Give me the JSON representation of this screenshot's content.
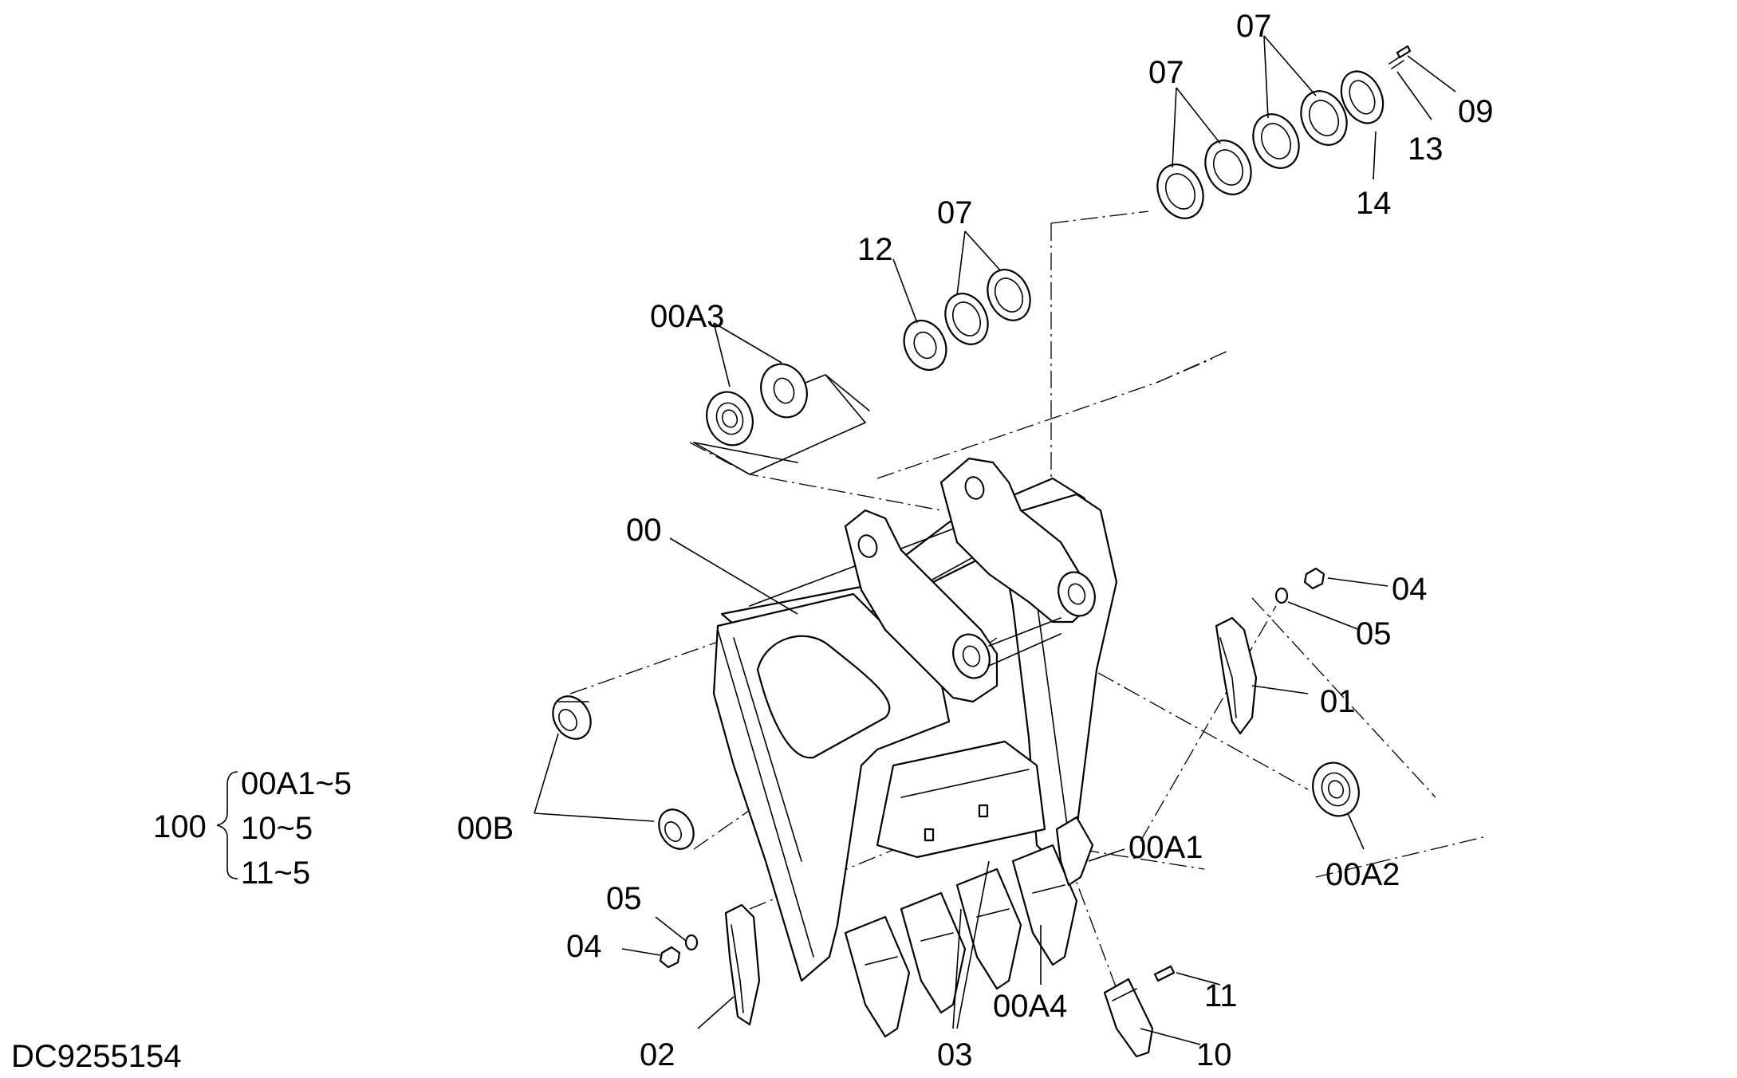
{
  "drawing_number": "DC9255154",
  "assembly": {
    "number": "100",
    "items": [
      "00A1~5",
      "10~5",
      "11~5"
    ]
  },
  "callouts": {
    "c00": "00",
    "c00A1": "00A1",
    "c00A2": "00A2",
    "c00A3": "00A3",
    "c00A4": "00A4",
    "c00B": "00B",
    "c01": "01",
    "c02": "02",
    "c03": "03",
    "c04_right": "04",
    "c04_left": "04",
    "c05_right": "05",
    "c05_left": "05",
    "c07_a": "07",
    "c07_b": "07",
    "c07_c": "07",
    "c09": "09",
    "c10": "10",
    "c11": "11",
    "c12": "12",
    "c13": "13",
    "c14": "14"
  }
}
